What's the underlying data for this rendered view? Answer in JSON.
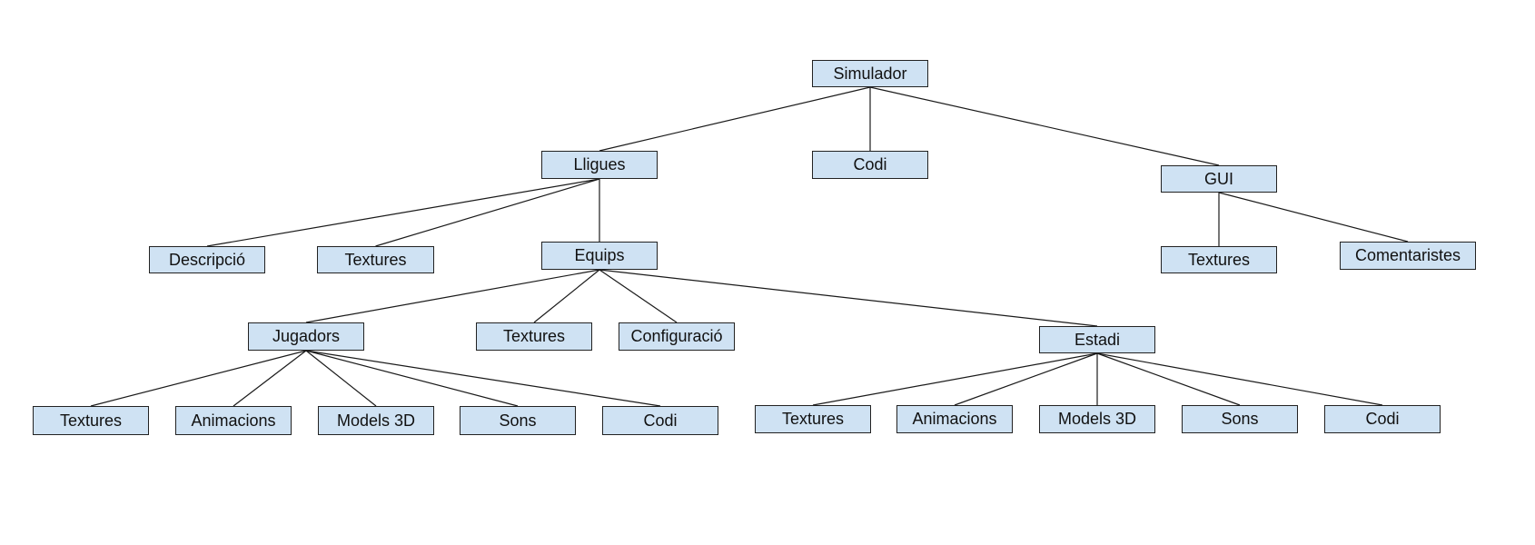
{
  "diagram": {
    "type": "tree",
    "colors": {
      "node_fill": "#cfe2f3",
      "node_border": "#222222",
      "edge": "#1a1a1a"
    },
    "nodes": [
      {
        "id": "simulador",
        "label": "Simulador",
        "parent": null
      },
      {
        "id": "lligues",
        "label": "Lligues",
        "parent": "simulador"
      },
      {
        "id": "codi-root",
        "label": "Codi",
        "parent": "simulador"
      },
      {
        "id": "gui",
        "label": "GUI",
        "parent": "simulador"
      },
      {
        "id": "descripcio",
        "label": "Descripció",
        "parent": "lligues"
      },
      {
        "id": "lligues-textures",
        "label": "Textures",
        "parent": "lligues"
      },
      {
        "id": "equips",
        "label": "Equips",
        "parent": "lligues"
      },
      {
        "id": "gui-textures",
        "label": "Textures",
        "parent": "gui"
      },
      {
        "id": "comentaristes",
        "label": "Comentaristes",
        "parent": "gui"
      },
      {
        "id": "jugadors",
        "label": "Jugadors",
        "parent": "equips"
      },
      {
        "id": "equips-textures",
        "label": "Textures",
        "parent": "equips"
      },
      {
        "id": "configuracio",
        "label": "Configuració",
        "parent": "equips"
      },
      {
        "id": "estadi",
        "label": "Estadi",
        "parent": "equips"
      },
      {
        "id": "jug-textures",
        "label": "Textures",
        "parent": "jugadors"
      },
      {
        "id": "jug-animacions",
        "label": "Animacions",
        "parent": "jugadors"
      },
      {
        "id": "jug-models3d",
        "label": "Models 3D",
        "parent": "jugadors"
      },
      {
        "id": "jug-sons",
        "label": "Sons",
        "parent": "jugadors"
      },
      {
        "id": "jug-codi",
        "label": "Codi",
        "parent": "jugadors"
      },
      {
        "id": "est-textures",
        "label": "Textures",
        "parent": "estadi"
      },
      {
        "id": "est-animacions",
        "label": "Animacions",
        "parent": "estadi"
      },
      {
        "id": "est-models3d",
        "label": "Models 3D",
        "parent": "estadi"
      },
      {
        "id": "est-sons",
        "label": "Sons",
        "parent": "estadi"
      },
      {
        "id": "est-codi",
        "label": "Codi",
        "parent": "estadi"
      }
    ]
  }
}
